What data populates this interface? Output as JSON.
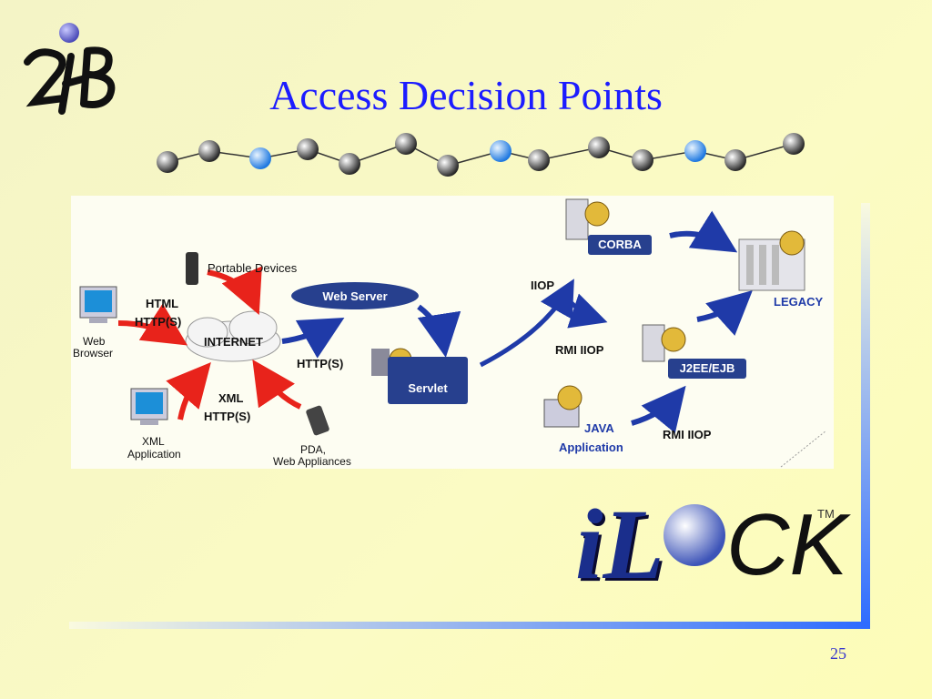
{
  "slide": {
    "title": "Access Decision Points",
    "page_number": "25"
  },
  "logo": {
    "text": "24B"
  },
  "diagram": {
    "portable_devices": "Portable Devices",
    "web_server": "Web Server",
    "html": "HTML",
    "https_left": "HTTP(S)",
    "internet": "INTERNET",
    "http_right": "HTTP(S)",
    "web": "Web",
    "browser": "Browser",
    "xml_top": "XML",
    "xml_https": "HTTP(S)",
    "xml": "XML",
    "application": "Application",
    "pda": "PDA,",
    "web_appliances": "Web Appliances",
    "servlet": "Servlet",
    "iiop": "IIOP",
    "rmi_iiop_mid": "RMI IIOP",
    "corba": "CORBA",
    "legacy": "LEGACY",
    "j2ee": "J2EE/EJB",
    "java": "JAVA",
    "java_app": "Application",
    "rmi_iiop_bottom": "RMI IIOP"
  },
  "ilock": {
    "text": "iL",
    "text2": "CK",
    "tm": "TM"
  },
  "colors": {
    "title": "#1c1cff",
    "box": "#27408e",
    "arrow_red": "#e8231b",
    "arrow_blue": "#1f3aa8"
  }
}
